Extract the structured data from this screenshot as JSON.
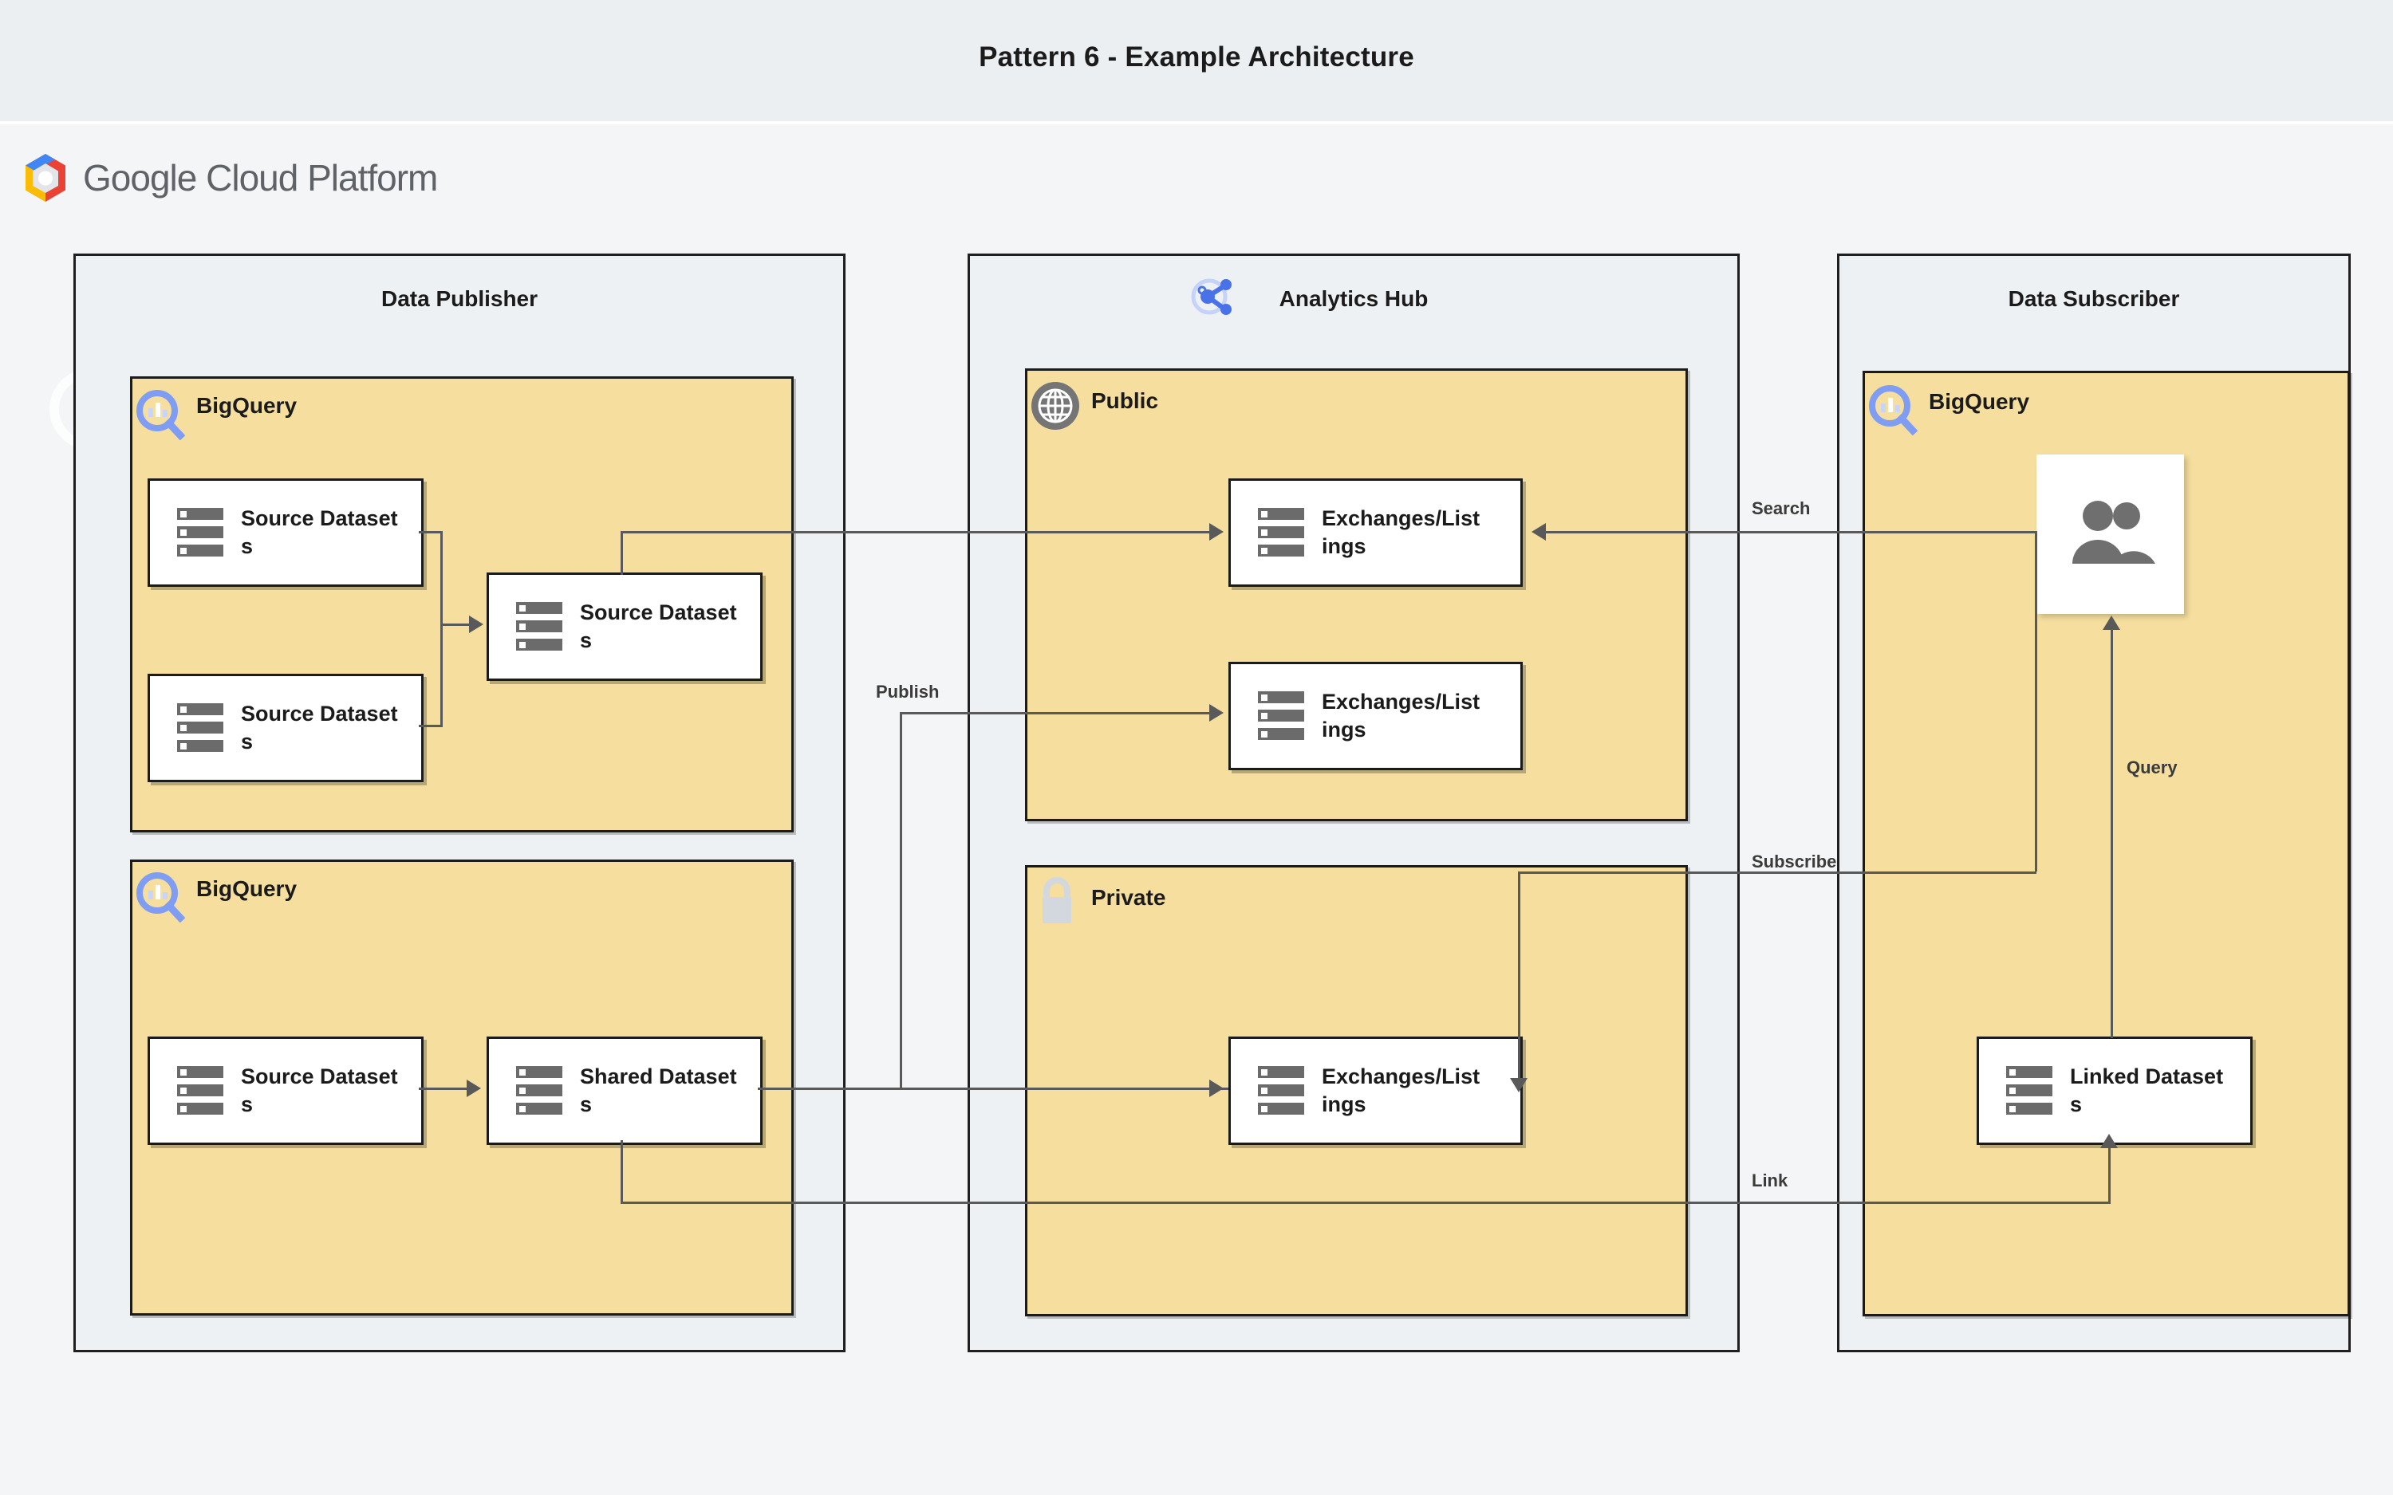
{
  "header": {
    "title": "Pattern 6 - Example Architecture",
    "brand": {
      "google": "Google",
      "cloud_platform": " Cloud Platform",
      "icon": "gcp-hexagon-logo"
    }
  },
  "colors": {
    "title_band": "#eceff1",
    "canvas": "#f4f5f6",
    "zone_fill": "#eef1f3",
    "zone_border": "#1f1f1f",
    "product_fill": "#f5de9e",
    "product_border": "#1b1b1b",
    "card_fill": "#ffffff",
    "icon_gray": "#6b6b6b",
    "bigquery_blue": "#7f9df2",
    "analytics_hub_blue": "#4a72e8",
    "globe_gray": "#757575",
    "lock_gray": "#d3d8de",
    "connector": "#595959"
  },
  "zones": [
    {
      "id": "data-publisher",
      "title": "Data Publisher",
      "icon": null
    },
    {
      "id": "analytics-hub",
      "title": "Analytics Hub",
      "icon": "share-nodes-icon"
    },
    {
      "id": "data-subscriber",
      "title": "Data Subscriber",
      "icon": null
    }
  ],
  "products": [
    {
      "id": "publisher-bigquery-top",
      "label": "BigQuery",
      "icon": "bigquery-icon"
    },
    {
      "id": "publisher-bigquery-bottom",
      "label": "BigQuery",
      "icon": "bigquery-icon"
    },
    {
      "id": "hub-public",
      "label": "Public",
      "icon": "globe-icon"
    },
    {
      "id": "hub-private",
      "label": "Private",
      "icon": "lock-icon"
    },
    {
      "id": "subscriber-bigquery",
      "label": "BigQuery",
      "icon": "bigquery-icon"
    }
  ],
  "nodes": [
    {
      "id": "pub-source-1",
      "label": "Source Datasets",
      "icon": "dataset-icon"
    },
    {
      "id": "pub-source-2",
      "label": "Source Datasets",
      "icon": "dataset-icon"
    },
    {
      "id": "pub-source-3",
      "label": "Source Datasets",
      "icon": "dataset-icon"
    },
    {
      "id": "pub-source-4",
      "label": "Source Datasets",
      "icon": "dataset-icon"
    },
    {
      "id": "pub-shared",
      "label": "Shared Datasets",
      "icon": "dataset-icon"
    },
    {
      "id": "hub-listing-1",
      "label": "Exchanges/Listings",
      "icon": "dataset-icon"
    },
    {
      "id": "hub-listing-2",
      "label": "Exchanges/Listings",
      "icon": "dataset-icon"
    },
    {
      "id": "hub-listing-3",
      "label": "Exchanges/Listings",
      "icon": "dataset-icon"
    },
    {
      "id": "sub-users",
      "label": "",
      "icon": "users-icon"
    },
    {
      "id": "sub-linked",
      "label": "Linked Datasets",
      "icon": "dataset-icon"
    }
  ],
  "edges": [
    {
      "id": "publish",
      "label": "Publish"
    },
    {
      "id": "search",
      "label": "Search"
    },
    {
      "id": "subscribe",
      "label": "Subscribe"
    },
    {
      "id": "query",
      "label": "Query"
    },
    {
      "id": "link",
      "label": "Link"
    }
  ]
}
